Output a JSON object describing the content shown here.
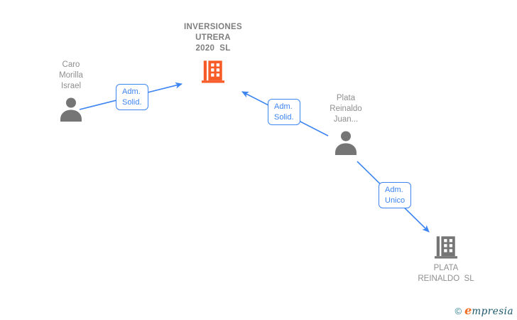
{
  "diagram": {
    "type": "corporate-relationship-graph",
    "background": "#ffffff"
  },
  "colors": {
    "edge_blue": "#3d85f2",
    "company_orange": "#f75b27",
    "icon_gray": "#757575",
    "title_gray": "#7e7e7e",
    "text_gray": "#8f8f8f"
  },
  "nodes": [
    {
      "id": "inversiones-utrera-2020-sl",
      "type": "company",
      "icon": "building-icon",
      "highlight": true,
      "lines": [
        "INVERSIONES",
        "UTRERA",
        "2020  SL"
      ]
    },
    {
      "id": "caro-morilla-israel",
      "type": "person",
      "icon": "person-icon",
      "highlight": false,
      "lines": [
        "Caro",
        "Morilla",
        "Israel"
      ]
    },
    {
      "id": "plata-reinaldo-juan",
      "type": "person",
      "icon": "person-icon",
      "highlight": false,
      "lines": [
        "Plata",
        "Reinaldo",
        "Juan..."
      ]
    },
    {
      "id": "plata-reinaldo-sl",
      "type": "company",
      "icon": "building-icon",
      "highlight": false,
      "lines": [
        "PLATA",
        "REINALDO  SL"
      ]
    }
  ],
  "edges": [
    {
      "from": "caro-morilla-israel",
      "to": "inversiones-utrera-2020-sl",
      "label_lines": [
        "Adm.",
        "Solid."
      ]
    },
    {
      "from": "plata-reinaldo-juan",
      "to": "inversiones-utrera-2020-sl",
      "label_lines": [
        "Adm.",
        "Solid."
      ]
    },
    {
      "from": "plata-reinaldo-juan",
      "to": "plata-reinaldo-sl",
      "label_lines": [
        "Adm.",
        "Unico"
      ]
    }
  ],
  "watermark": {
    "copyright": "©",
    "brand_first_letter": "e",
    "brand_rest": "mpresia"
  }
}
